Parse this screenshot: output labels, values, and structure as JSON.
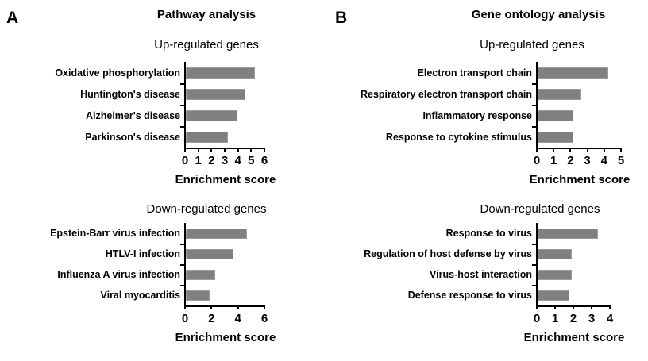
{
  "figure": {
    "panels": [
      {
        "letter": "A",
        "title": "Pathway analysis",
        "charts": [
          {
            "subtitle": "Up-regulated genes",
            "axis_title": "Enrichment score",
            "ticklabels": [
              "0",
              "1",
              "2",
              "3",
              "4",
              "5",
              "6"
            ],
            "categories": [
              "Oxidative phosphorylation",
              "Huntington's disease",
              "Alzheimer's disease",
              "Parkinson's disease"
            ]
          },
          {
            "subtitle": "Down-regulated genes",
            "axis_title": "Enrichment score",
            "ticklabels": [
              "0",
              "2",
              "4",
              "6"
            ],
            "categories": [
              "Epstein-Barr virus infection",
              "HTLV-I infection",
              "Influenza A virus infection",
              "Viral myocarditis"
            ]
          }
        ]
      },
      {
        "letter": "B",
        "title": "Gene ontology analysis",
        "charts": [
          {
            "subtitle": "Up-regulated genes",
            "axis_title": "Enrichment score",
            "ticklabels": [
              "0",
              "1",
              "2",
              "3",
              "4",
              "5"
            ],
            "categories": [
              "Electron transport chain",
              "Respiratory electron transport chain",
              "Inflammatory response",
              "Response to cytokine stimulus"
            ]
          },
          {
            "subtitle": "Down-regulated genes",
            "axis_title": "Enrichment score",
            "ticklabels": [
              "0",
              "1",
              "2",
              "3",
              "4"
            ],
            "categories": [
              "Response to virus",
              "Regulation of host defense by virus",
              "Virus-host interaction",
              "Defense response to virus"
            ]
          }
        ]
      }
    ],
    "colors": {
      "bar_fill": "#808080",
      "bar_stroke": "#9c9c9c",
      "axis": "#000000",
      "text": "#000000",
      "background": "#ffffff"
    }
  },
  "chart_data": [
    {
      "type": "bar",
      "orientation": "horizontal",
      "panel": "A",
      "title": "Pathway analysis",
      "subtitle": "Up-regulated genes",
      "xlabel": "Enrichment score",
      "ylabel": "",
      "xlim": [
        0,
        6
      ],
      "xticks": [
        0,
        1,
        2,
        3,
        4,
        5,
        6
      ],
      "grid": false,
      "legend": "none",
      "categories": [
        "Oxidative phosphorylation",
        "Huntington's disease",
        "Alzheimer's disease",
        "Parkinson's disease"
      ],
      "values": [
        5.2,
        4.5,
        3.9,
        3.2
      ]
    },
    {
      "type": "bar",
      "orientation": "horizontal",
      "panel": "A",
      "title": "Pathway analysis",
      "subtitle": "Down-regulated genes",
      "xlabel": "Enrichment score",
      "ylabel": "",
      "xlim": [
        0,
        6
      ],
      "xticks": [
        0,
        2,
        4,
        6
      ],
      "grid": false,
      "legend": "none",
      "categories": [
        "Epstein-Barr virus infection",
        "HTLV-I infection",
        "Influenza A virus infection",
        "Viral myocarditis"
      ],
      "values": [
        4.6,
        3.6,
        2.2,
        1.8
      ]
    },
    {
      "type": "bar",
      "orientation": "horizontal",
      "panel": "B",
      "title": "Gene ontology analysis",
      "subtitle": "Up-regulated genes",
      "xlabel": "Enrichment score",
      "ylabel": "",
      "xlim": [
        0,
        5
      ],
      "xticks": [
        0,
        1,
        2,
        3,
        4,
        5
      ],
      "grid": false,
      "legend": "none",
      "categories": [
        "Electron transport chain",
        "Respiratory electron transport chain",
        "Inflammatory response",
        "Response to cytokine stimulus"
      ],
      "values": [
        4.2,
        2.6,
        2.1,
        2.1
      ]
    },
    {
      "type": "bar",
      "orientation": "horizontal",
      "panel": "B",
      "title": "Gene ontology analysis",
      "subtitle": "Down-regulated genes",
      "xlabel": "Enrichment score",
      "ylabel": "",
      "xlim": [
        0,
        4
      ],
      "xticks": [
        0,
        1,
        2,
        3,
        4
      ],
      "grid": false,
      "legend": "none",
      "categories": [
        "Response to virus",
        "Regulation of host defense by virus",
        "Virus-host interaction",
        "Defense response to virus"
      ],
      "values": [
        3.3,
        1.85,
        1.85,
        1.75
      ]
    }
  ]
}
